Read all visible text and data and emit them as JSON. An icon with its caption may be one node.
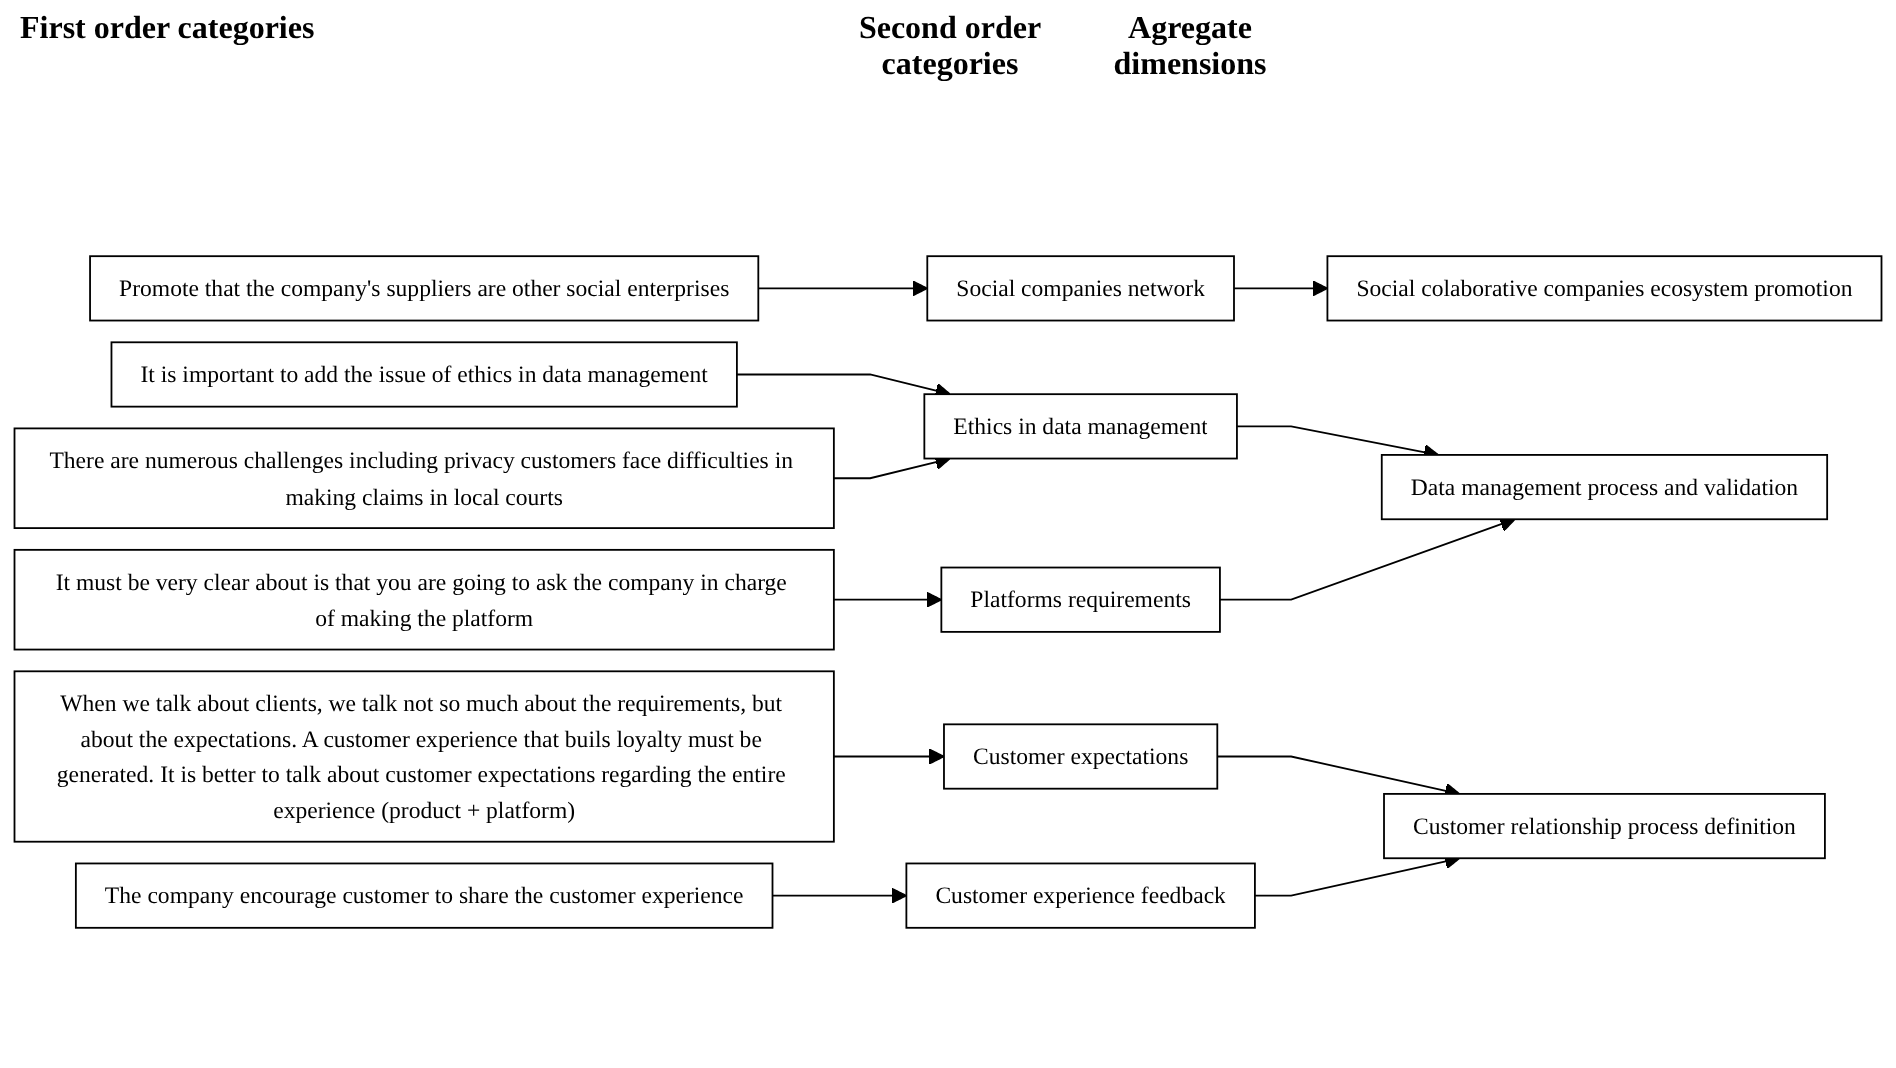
{
  "diagram": {
    "nodes": [
      {
        "text": [
          "Promote that the company's suppliers are other social enterprises"
        ]
      },
      {
        "text": [
          "It is important to add the issue of ethics in data management"
        ]
      },
      {
        "text": [
          "There are numerous challenges including privacy customers face difficulties in making claims in local courts"
        ]
      },
      {
        "text": [
          "It must be very clear about is that you are going to ask the company in charge of making the platform"
        ]
      },
      {
        "text": [
          "When we talk about clients, we talk not so much about the requirements, but about the expectations. A customer experience that buils loyalty must be generated. It is better to talk about customer expectations regarding the entire experience (product + platform)"
        ]
      },
      {
        "text": [
          "The company encourage customer to share the customer experience"
        ]
      },
      {
        "text": [
          "Social companies network"
        ]
      },
      {
        "text": [
          "Ethics in data management"
        ]
      },
      {
        "text": [
          "Platforms requirements"
        ]
      },
      {
        "text": [
          "Customer expectations"
        ]
      },
      {
        "text": [
          "Customer experience feedback"
        ]
      },
      {
        "text": [
          "Social colaborative companies ecosystem promotion"
        ]
      },
      {
        "text": [
          "Data management process and validation"
        ]
      },
      {
        "text": [
          "Customer relationship process definition"
        ]
      }
    ],
    "edges": [
      {
        "from": 0,
        "to": 6,
        "arrow": "to"
      },
      {
        "from": 1,
        "to": 7,
        "arrow": "to"
      },
      {
        "from": 2,
        "to": 7,
        "arrow": "to"
      },
      {
        "from": 3,
        "to": 8,
        "arrow": "to"
      },
      {
        "from": 4,
        "to": 9,
        "arrow": "to"
      },
      {
        "from": 5,
        "to": 10,
        "arrow": "to"
      },
      {
        "from": 6,
        "to": 11,
        "arrow": "to"
      },
      {
        "from": 7,
        "to": 12,
        "arrow": "to"
      },
      {
        "from": 8,
        "to": 12,
        "arrow": "to"
      },
      {
        "from": 9,
        "to": 13,
        "arrow": "to"
      },
      {
        "from": 10,
        "to": 13,
        "arrow": "to"
      }
    ],
    "labels": [
      "First order categories",
      "Second order categories",
      "Agregate dimensions"
    ]
  }
}
